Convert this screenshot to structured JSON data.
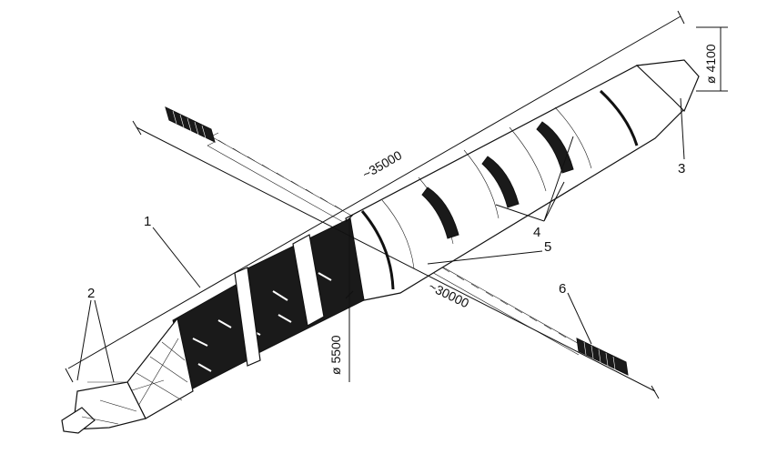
{
  "labels": {
    "l1": "1",
    "l2": "2",
    "l3": "3",
    "l4": "4",
    "l5": "5",
    "l6": "6"
  },
  "dimensions": {
    "total_length": "~35000",
    "truss_length": "~30000",
    "nose_diameter": "ø 4100",
    "body_diameter": "ø 5500"
  }
}
